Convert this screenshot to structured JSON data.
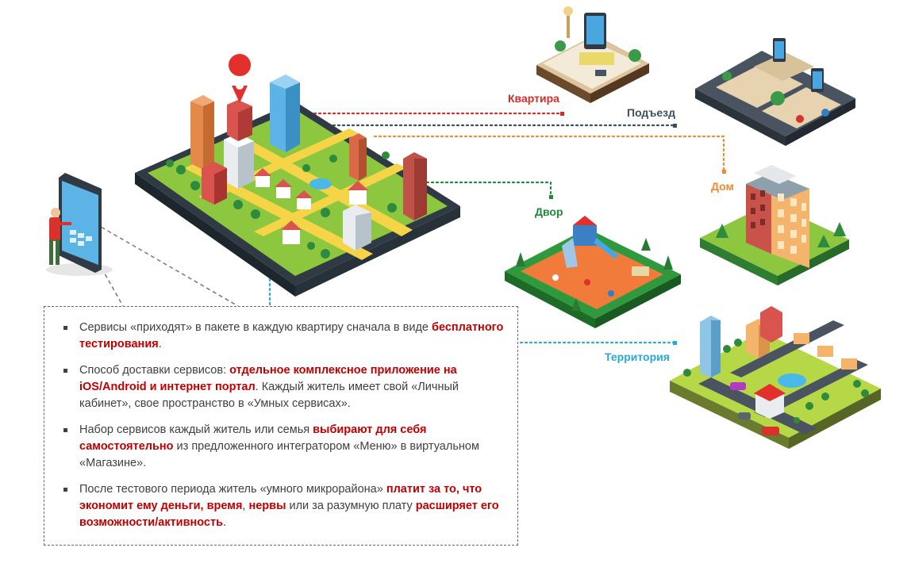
{
  "labels": {
    "kvartira": "Квартира",
    "podezd": "Подъезд",
    "dom": "Дом",
    "dvor": "Двор",
    "territoria": "Территория"
  },
  "colors": {
    "kvartira": "#d72b26",
    "podezd": "#3d4f5f",
    "dom": "#f08a32",
    "dvor": "#1f8b3a",
    "territoria": "#2aa9d8",
    "emphasis": "#c00000"
  },
  "bullets": [
    {
      "parts": [
        "Сервисы «приходят» в пакете в каждую квартиру сначала в виде ",
        "бесплатного тестирования",
        "."
      ]
    },
    {
      "parts": [
        "Способ доставки сервисов: ",
        "отдельное комплексное приложение на iOS/Android и интернет портал",
        ". Каждый житель имеет свой «Личный кабинет», свое пространство в «Умных сервисах»."
      ]
    },
    {
      "parts": [
        "Набор сервисов каждый житель или семья  ",
        "выбирают для себя самостоятельно",
        " из предложенного интегратором «Меню» в виртуальном «Магазине»."
      ]
    },
    {
      "parts": [
        "После тестового периода житель «умного микрорайона» ",
        "платит за то, что экономит ему деньги, время",
        ", ",
        "нервы",
        " или за разумную плату ",
        "расширяет его возможности/активность",
        "."
      ]
    }
  ],
  "icons": {
    "person": "person-with-tablet-icon",
    "tablet": "tablet-city-icon",
    "apartment": "apartment-room-icon",
    "entrance": "entrance-icon",
    "house": "house-building-icon",
    "yard": "playground-icon",
    "territory": "district-icon"
  }
}
